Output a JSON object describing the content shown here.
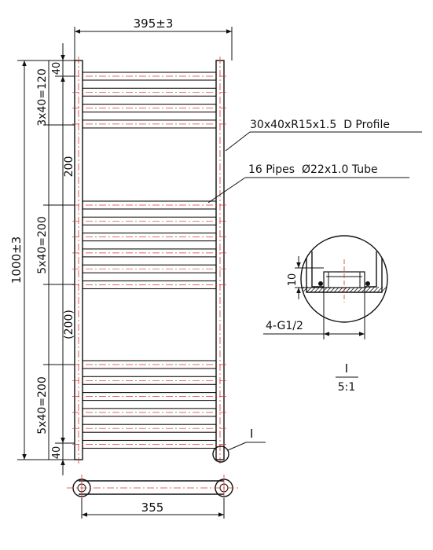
{
  "dimensions": {
    "overall_width": "395±3",
    "overall_height": "1000±3",
    "top_offset": "40",
    "top_group": "3x40=120",
    "gap_upper": "200",
    "middle_group": "5x40=200",
    "gap_lower": "(200)",
    "bottom_group": "5x40=200",
    "bottom_offset": "40",
    "centers": "355"
  },
  "callouts": {
    "profile": "30x40xR15x1.5  D Profile",
    "pipes": "16 Pipes  Ø22x1.0 Tube",
    "detail_marker": "I"
  },
  "detail": {
    "height_dim": "10",
    "thread": "4-G1/2",
    "label": "I",
    "scale": "5:1"
  },
  "colors": {
    "line": "#111111",
    "centerline": "#e03030"
  }
}
